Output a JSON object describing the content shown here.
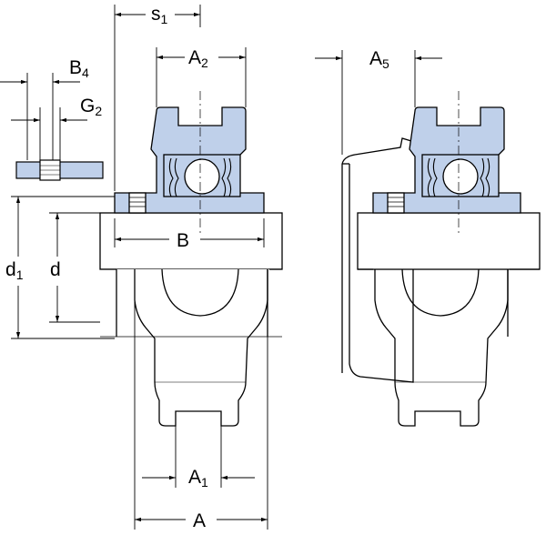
{
  "labels": {
    "s1": {
      "main": "s",
      "sub": "1"
    },
    "a2": {
      "main": "A",
      "sub": "2"
    },
    "a5": {
      "main": "A",
      "sub": "5"
    },
    "b4": {
      "main": "B",
      "sub": "4"
    },
    "g2": {
      "main": "G",
      "sub": "2"
    },
    "b": {
      "main": "B",
      "sub": ""
    },
    "d1": {
      "main": "d",
      "sub": "1"
    },
    "d": {
      "main": "d",
      "sub": ""
    },
    "a1": {
      "main": "A",
      "sub": "1"
    },
    "a": {
      "main": "A",
      "sub": ""
    }
  },
  "colors": {
    "section_fill": "#bfd0ea",
    "line": "#000000",
    "shaft_fill": "#ffffff"
  }
}
